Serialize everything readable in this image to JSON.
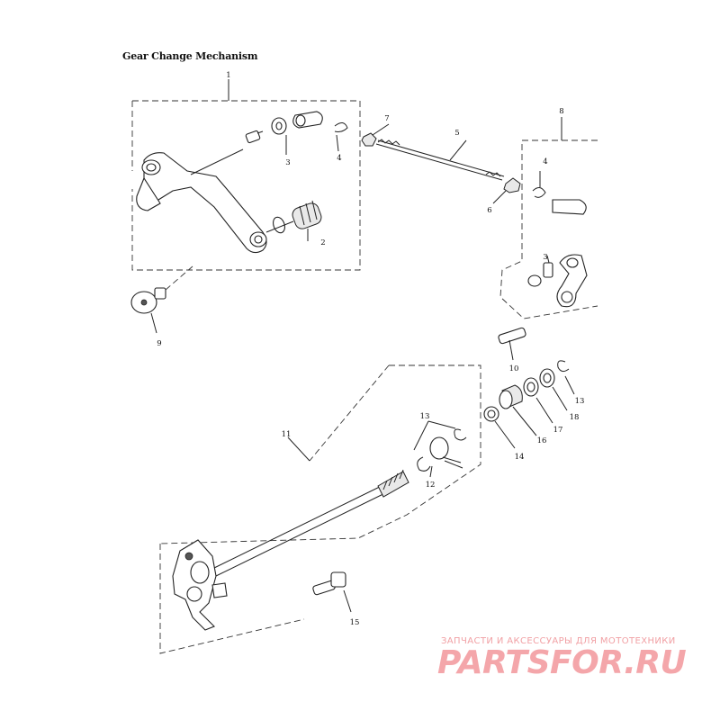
{
  "title": "Gear Change Mechanism",
  "callouts": [
    {
      "id": "c1",
      "text": "1"
    },
    {
      "id": "c2",
      "text": "2"
    },
    {
      "id": "c3a",
      "text": "3"
    },
    {
      "id": "c4a",
      "text": "4"
    },
    {
      "id": "c5",
      "text": "5"
    },
    {
      "id": "c6",
      "text": "6"
    },
    {
      "id": "c7",
      "text": "7"
    },
    {
      "id": "c8",
      "text": "8"
    },
    {
      "id": "c4b",
      "text": "4"
    },
    {
      "id": "c3b",
      "text": "3"
    },
    {
      "id": "c9",
      "text": "9"
    },
    {
      "id": "c10",
      "text": "10"
    },
    {
      "id": "c13a",
      "text": "13"
    },
    {
      "id": "c18",
      "text": "18"
    },
    {
      "id": "c17",
      "text": "17"
    },
    {
      "id": "c16",
      "text": "16"
    },
    {
      "id": "c14",
      "text": "14"
    },
    {
      "id": "c11",
      "text": "11"
    },
    {
      "id": "c13b",
      "text": "13"
    },
    {
      "id": "c12",
      "text": "12"
    },
    {
      "id": "c15",
      "text": "15"
    }
  ],
  "watermark": {
    "tagline": "ЗАПЧАСТИ И АКСЕССУАРЫ ДЛЯ МОТОТЕХНИКИ",
    "logo": "PARTSFOR.RU"
  }
}
